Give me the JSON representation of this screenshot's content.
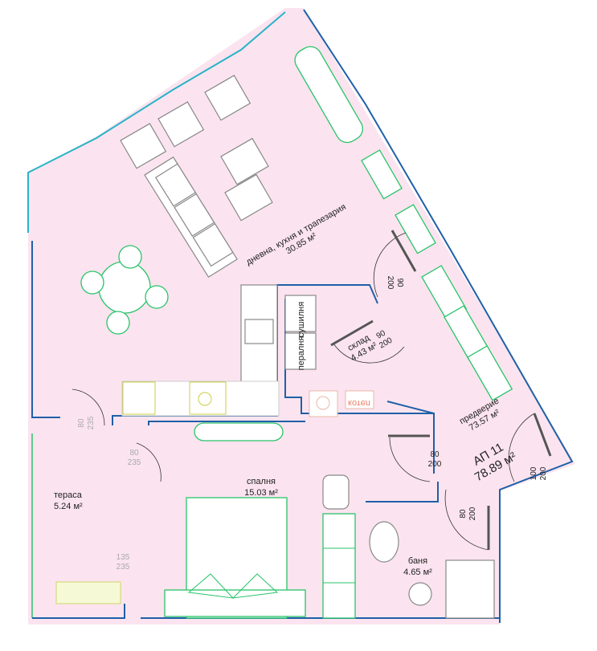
{
  "plan": {
    "apartment": {
      "name": "АП 11",
      "area": "78.89 м²"
    },
    "rooms": [
      {
        "name": "дневна, кухня и трапезария",
        "area": "30.85 м²"
      },
      {
        "name": "склад",
        "area": "4.43 м²"
      },
      {
        "name": "предверие",
        "area": "73.57 м²"
      },
      {
        "name": "спалня",
        "area": "15.03 м²"
      },
      {
        "name": "тераса",
        "area": "5.24 м²"
      },
      {
        "name": "баня",
        "area": "4.65 м²"
      }
    ],
    "fixtures": {
      "dryer": "сушилня",
      "washer": "пералня",
      "boiler": "котел"
    },
    "doors": [
      {
        "w": "90",
        "h": "200"
      },
      {
        "w": "90",
        "h": "200"
      },
      {
        "w": "80",
        "h": "200"
      },
      {
        "w": "80",
        "h": "200"
      },
      {
        "w": "100",
        "h": "200"
      },
      {
        "w": "80",
        "h": "235"
      },
      {
        "w": "80",
        "h": "235"
      },
      {
        "w": "135",
        "h": "235"
      }
    ],
    "colors": {
      "floor": "#fbe4ef",
      "wall": "#1f5fa8",
      "furniture": "#28c46a",
      "boiler": "#e8806a"
    }
  }
}
